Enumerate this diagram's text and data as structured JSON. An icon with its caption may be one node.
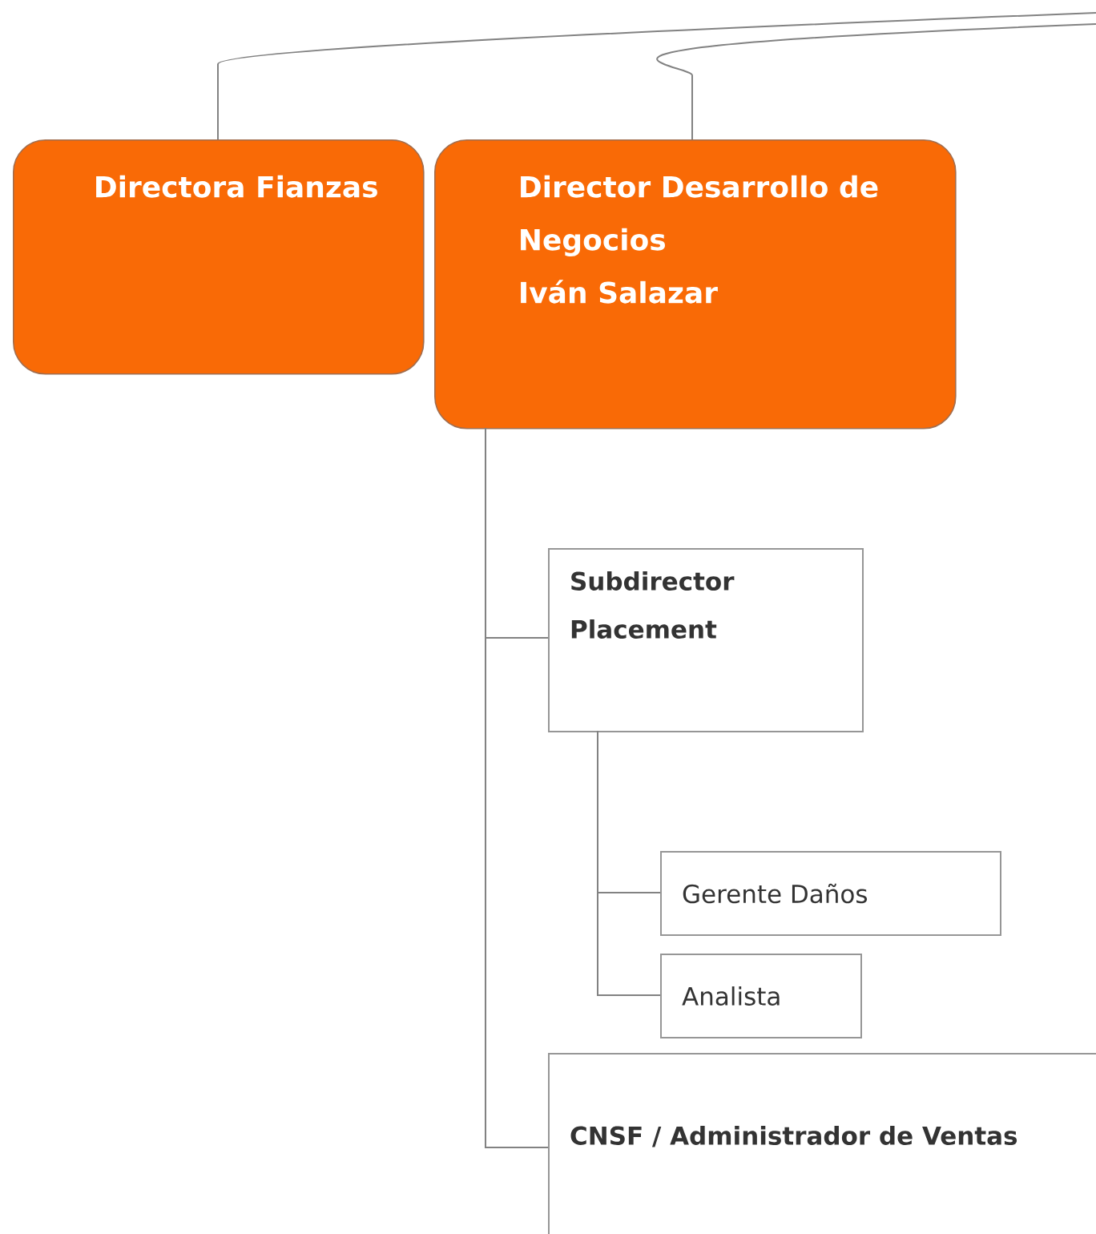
{
  "diagram": {
    "nodes": [
      {
        "text": [
          "Directora Fianzas"
        ]
      },
      {
        "text": [
          "Director Desarrollo de Negocios",
          "Iván Salazar"
        ]
      },
      {
        "text": [
          "Subdirector Placement"
        ]
      },
      {
        "text": [
          "Gerente Daños"
        ]
      },
      {
        "text": [
          "Analista"
        ]
      },
      {
        "text": [
          "CNSF / Administrador de Ventas"
        ]
      }
    ],
    "edges": [
      {
        "from": null,
        "to": 0,
        "arrow": "none"
      },
      {
        "from": null,
        "to": 1,
        "arrow": "none"
      },
      {
        "from": 1,
        "to": 2,
        "arrow": "none"
      },
      {
        "from": 1,
        "to": 5,
        "arrow": "none"
      },
      {
        "from": 2,
        "to": 3,
        "arrow": "none"
      },
      {
        "from": 2,
        "to": 4,
        "arrow": "none"
      }
    ]
  }
}
